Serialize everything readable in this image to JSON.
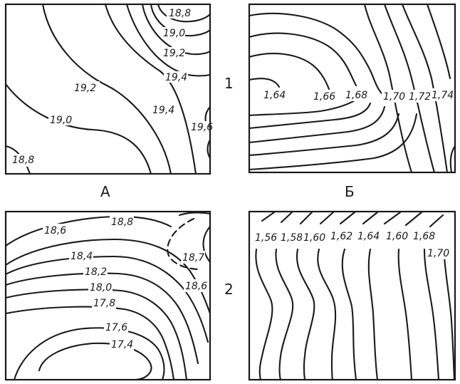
{
  "columns": {
    "a": "А",
    "b": "Б"
  },
  "rows": {
    "r1": "1",
    "r2": "2"
  },
  "panels": {
    "a1": {
      "labels": [
        "18,8",
        "19,0",
        "19,2",
        "19,4",
        "19,2",
        "19,0",
        "19,4",
        "19,6",
        "18,8"
      ]
    },
    "b1": {
      "labels": [
        "1,64",
        "1,66",
        "1,68",
        "1,70",
        "1,72",
        "1,74"
      ]
    },
    "a2": {
      "labels": [
        "18,6",
        "18,8",
        "18,4",
        "18,2",
        "18,0",
        "17,8",
        "17,6",
        "17,4",
        "18,7",
        "18,6"
      ]
    },
    "b2": {
      "labels": [
        "1,56",
        "1,58",
        "1,60",
        "1,62",
        "1,64",
        "1,60",
        "1,68",
        "1,70"
      ]
    }
  }
}
